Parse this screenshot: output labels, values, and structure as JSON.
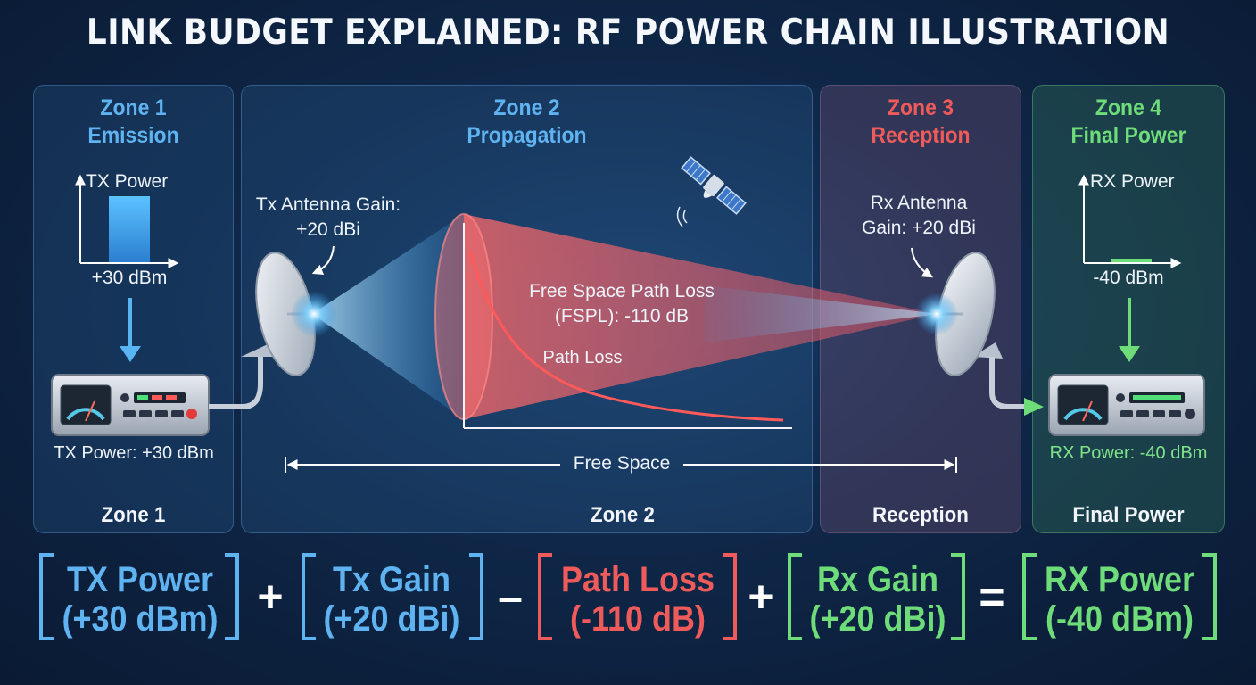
{
  "title": "LINK BUDGET EXPLAINED: RF POWER CHAIN ILLUSTRATION",
  "zones": [
    {
      "line1": "Zone 1",
      "line2": "Emission",
      "footer": "Zone 1",
      "color": "#5fb3f0"
    },
    {
      "line1": "Zone 2",
      "line2": "Propagation",
      "footer": "Zone 2",
      "color": "#5fb3f0"
    },
    {
      "line1": "Zone 3",
      "line2": "Reception",
      "footer": "Reception",
      "color": "#ef5b5b"
    },
    {
      "line1": "Zone 4",
      "line2": "Final Power",
      "footer": "Final Power",
      "color": "#6fdc7a"
    }
  ],
  "emission": {
    "chart_axis": "TX Power",
    "chart_value": "+30 dBm",
    "device_label": "TX Power: +30 dBm"
  },
  "propagation": {
    "tx_gain": "Tx Antenna Gain:\n+20 dBi",
    "fspl": "Free Space Path Loss\n(FSPL): -110 dB",
    "path_loss": "Path Loss",
    "free_space": "Free Space"
  },
  "reception": {
    "rx_gain": "Rx Antenna\nGain: +20 dBi"
  },
  "final": {
    "chart_axis": "RX Power",
    "chart_value": "-40 dBm",
    "device_label": "RX Power: -40 dBm"
  },
  "equation": {
    "terms": [
      {
        "name": "TX Power",
        "value": "(+30 dBm)",
        "color": "#5fb3f0"
      },
      {
        "name": "Tx Gain",
        "value": "(+20 dBi)",
        "color": "#5fb3f0"
      },
      {
        "name": "Path Loss",
        "value": "(-110 dB)",
        "color": "#ef5b5b"
      },
      {
        "name": "Rx Gain",
        "value": "(+20 dBi)",
        "color": "#6fdc7a"
      },
      {
        "name": "RX Power",
        "value": "(-40 dBm)",
        "color": "#6fdc7a"
      }
    ],
    "operators": [
      "+",
      "–",
      "+",
      "="
    ]
  },
  "icons": [
    "satellite-icon",
    "tx-dish-antenna-icon",
    "rx-dish-antenna-icon",
    "tx-radio-device-icon",
    "rx-radio-device-icon"
  ]
}
